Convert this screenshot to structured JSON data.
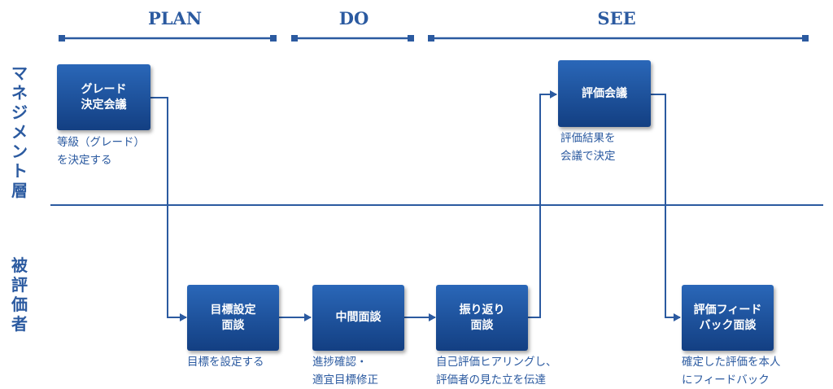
{
  "phases": {
    "plan": "PLAN",
    "do": "DO",
    "see": "SEE"
  },
  "lanes": {
    "management": "マネジメント層",
    "evaluatee": "被評価者"
  },
  "steps": {
    "grade_meeting": {
      "label": "グレード\n決定会議",
      "desc": "等級（グレード）\nを決定する"
    },
    "goal_setting": {
      "label": "目標設定\n面談",
      "desc": "目標を設定する"
    },
    "midterm": {
      "label": "中間面談",
      "desc": "進捗確認・\n適宜目標修正"
    },
    "review": {
      "label": "振り返り\n面談",
      "desc": "自己評価ヒアリングし、\n評価者の見た立を伝達"
    },
    "eval_meeting": {
      "label": "評価会議",
      "desc": "評価結果を\n会議で決定"
    },
    "feedback": {
      "label": "評価フィード\nバック面談",
      "desc": "確定した評価を本人\nにフィードバック"
    }
  },
  "colors": {
    "accent": "#2b5aa0",
    "box_top": "#2a67b8",
    "box_bottom": "#133f82",
    "text_on_box": "#ffffff"
  }
}
